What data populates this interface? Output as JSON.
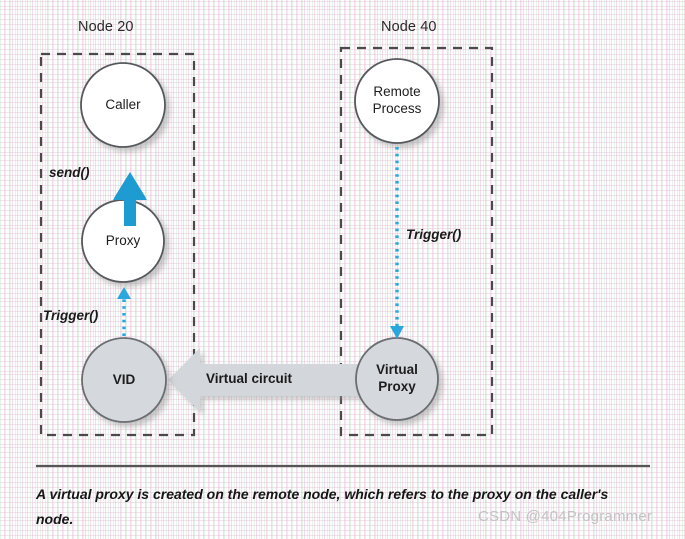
{
  "diagram": {
    "title_labels": [
      {
        "name": "node-20",
        "text": "Node 20"
      },
      {
        "name": "node-40",
        "text": "Node 40"
      }
    ],
    "nodes": [
      {
        "id": "caller",
        "label": "Caller",
        "fill": "#ffffff",
        "node": "Node 20"
      },
      {
        "id": "proxy",
        "label": "Proxy",
        "fill": "#ffffff",
        "node": "Node 20"
      },
      {
        "id": "vid",
        "label": "VID",
        "fill": "#d5d8dd",
        "node": "Node 20"
      },
      {
        "id": "remote-process",
        "label_line1": "Remote",
        "label_line2": "Process",
        "fill": "#ffffff",
        "node": "Node 40"
      },
      {
        "id": "virtual-proxy",
        "label_line1": "Virtual",
        "label_line2": "Proxy",
        "fill": "#d5d8dd",
        "node": "Node 40"
      }
    ],
    "edges": [
      {
        "id": "send",
        "label": "send()",
        "from": "proxy",
        "to": "caller",
        "style": "solid-block-arrow",
        "color": "#1e9bd1",
        "direction": "up"
      },
      {
        "id": "trigger-left",
        "label": "Trigger()",
        "from": "vid",
        "to": "proxy",
        "style": "dotted",
        "color": "#2aa8de",
        "direction": "up"
      },
      {
        "id": "trigger-right",
        "label": "Trigger()",
        "from": "remote-process",
        "to": "virtual-proxy",
        "style": "dotted",
        "color": "#2aa8de",
        "direction": "down"
      },
      {
        "id": "virtual-circuit",
        "label": "Virtual circuit",
        "from": "virtual-proxy",
        "to": "vid",
        "style": "block-arrow",
        "color": "#d0d3d8",
        "direction": "left"
      }
    ],
    "caption": "A virtual proxy is created on the remote node, which refers to the proxy on the caller's node.",
    "watermark": "CSDN @404Programmer",
    "colors": {
      "accent_blue": "#1e9bd1",
      "dotted_blue": "#2aa8de",
      "node_fill_gray": "#d5d8dd",
      "block_arrow_gray": "#d0d3d8",
      "dash_border": "#4a4a4a",
      "circle_stroke": "#55585c"
    }
  }
}
